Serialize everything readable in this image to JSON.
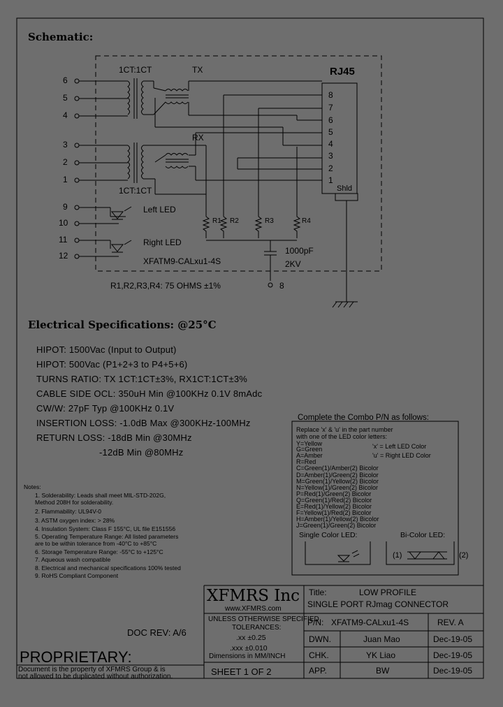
{
  "schematic": {
    "heading": "Schematic:",
    "rj45_label": "RJ45",
    "turns_top": "1CT:1CT",
    "turns_bottom": "1CT:1CT",
    "tx_label": "TX",
    "rx_label": "RX",
    "left_pins": [
      "6",
      "5",
      "4",
      "3",
      "2",
      "1",
      "9",
      "10",
      "11",
      "12"
    ],
    "rj45_pins": [
      "8",
      "7",
      "6",
      "5",
      "4",
      "3",
      "2",
      "1"
    ],
    "shield_label": "Shld",
    "left_led": "Left LED",
    "right_led": "Right LED",
    "resistors": [
      "R1",
      "R2",
      "R3",
      "R4"
    ],
    "cap_value": "1000pF",
    "cap_voltage": "2KV",
    "part_label": "XFATM9-CALxu1-4S",
    "resistor_note": "R1,R2,R3,R4: 75  OHMS ±1%",
    "ground_pin": "8"
  },
  "electrical": {
    "heading": "Electrical Specifications: @25°C",
    "lines": [
      "HIPOT: 1500Vac (Input to Output)",
      "HIPOT: 500Vac (P1+2+3 to P4+5+6)",
      "TURNS RATIO: TX 1CT:1CT±3%,  RX1CT:1CT±3%",
      "CABLE SIDE OCL: 350uH Min @100KHz 0.1V 8mAdc",
      "CW/W: 27pF Typ @100KHz 0.1V",
      "INSERTION LOSS: -1.0dB Max @300KHz-100MHz",
      "RETURN LOSS: -18dB Min @30MHz",
      "-12dB Min @80MHz"
    ]
  },
  "notes": {
    "heading": "Notes:",
    "items": [
      "1. Solderability: Leads shall meet MIL-STD-202G,",
      "    Method 208H for solderability.",
      "2. Flammability: UL94V-0",
      "3. ASTM oxygen index: > 28%",
      "4. Insulation System: Class F 155°C, UL file E151556",
      "5. Operating Temperature Range: All listed parameters",
      "    are to be within tolerance from -40°C to +85°C",
      "6. Storage Temperature Range: -55°C to +125°C",
      "7. Aqueous wash compatible",
      "8. Electrical and mechanical specifications 100% tested",
      "9. RoHS Compliant Component"
    ]
  },
  "combo": {
    "title": "Complete the Combo P/N as follows:",
    "intro": [
      "Replace 'x' & 'u' in the part number",
      "with one of the LED color letters:"
    ],
    "letters": [
      "Y=Yellow",
      "G=Green",
      "A=Amber",
      "R=Red",
      "C=Green(1)/Amber(2) Bicolor",
      "D=Amber(1)/Green(2) Bicolor",
      "M=Green(1)/Yellow(2) Bicolor",
      "N=Yellow(1)/Green(2) Bicolor",
      "P=Red(1)/Green(2) Bicolor",
      "Q=Green(1)/Red(2) Bicolor",
      "E=Red(1)/Yellow(2) Bicolor",
      "F=Yellow(1)/Red(2) Bicolor",
      "H=Amber(1)/Yellow(2) Bicolor",
      "J=Green(1)/Green(2) Bicolor"
    ],
    "x_meaning": "'x' = Left LED Color",
    "u_meaning": "'u' = Right LED Color",
    "single_led": "Single Color LED:",
    "bi_led": "Bi-Color LED:",
    "bi_1": "(1)",
    "bi_2": "(2)"
  },
  "title_block": {
    "company": "XFMRS Inc",
    "website": "www.XFMRS.com",
    "title_label": "Title:",
    "title_line1": "LOW PROFILE",
    "title_line2": "SINGLE PORT RJmag CONNECTOR",
    "tol_line1": "UNLESS OTHERWISE SPECIFIED",
    "tol_line2": "TOLERANCES:",
    "tol_line3": ".xx ±0.25",
    "tol_line4": ".xxx ±0.010",
    "tol_line5": "Dimensions in MM/INCH",
    "pn_label": "P/N:",
    "pn_value": "XFATM9-CALxu1-4S",
    "rev_label": "REV. A",
    "dwn_label": "DWN.",
    "dwn_name": "Juan Mao",
    "dwn_date": "Dec-19-05",
    "chk_label": "CHK.",
    "chk_name": "YK Liao",
    "chk_date": "Dec-19-05",
    "app_label": "APP.",
    "app_name": "BW",
    "app_date": "Dec-19-05",
    "sheet": "SHEET  1  OF  2",
    "doc_rev": "DOC REV: A/6"
  },
  "proprietary": {
    "heading": "PROPRIETARY:",
    "line1": "Document is the property of XFMRS Group & is",
    "line2": "not allowed to be duplicated without authorization."
  }
}
